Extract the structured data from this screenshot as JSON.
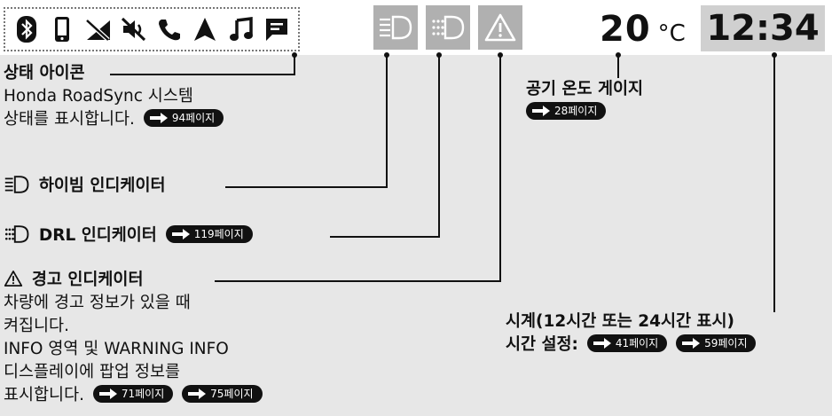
{
  "display": {
    "temperature": {
      "value": "20",
      "unit": "°C"
    },
    "clock": "12:34",
    "status_icons": [
      "bluetooth-icon",
      "phone-icon",
      "no-signal-icon",
      "mute-icon",
      "call-icon",
      "navigation-icon",
      "music-icon",
      "message-icon"
    ]
  },
  "callouts": {
    "status": {
      "title": "상태 아이콘",
      "line1": "Honda RoadSync 시스템",
      "line2": "상태를 표시합니다.",
      "page": "94페이지"
    },
    "highbeam": {
      "title": "하이빔 인디케이터"
    },
    "drl": {
      "title": "DRL 인디케이터",
      "page": "119페이지"
    },
    "warning": {
      "title": "경고 인디케이터",
      "line1": "차량에 경고 정보가 있을 때",
      "line2": "켜집니다.",
      "line3": "INFO 영역 및 WARNING INFO",
      "line4": "디스플레이에 팝업 정보를",
      "line5": "표시합니다.",
      "page1": "71페이지",
      "page2": "75페이지"
    },
    "temp_gauge": {
      "title": "공기 온도 게이지",
      "page": "28페이지"
    },
    "clock": {
      "title": "시계(12시간 또는 24시간 표시)",
      "sub": "시간 설정:",
      "page1": "41페이지",
      "page2": "59페이지"
    }
  }
}
